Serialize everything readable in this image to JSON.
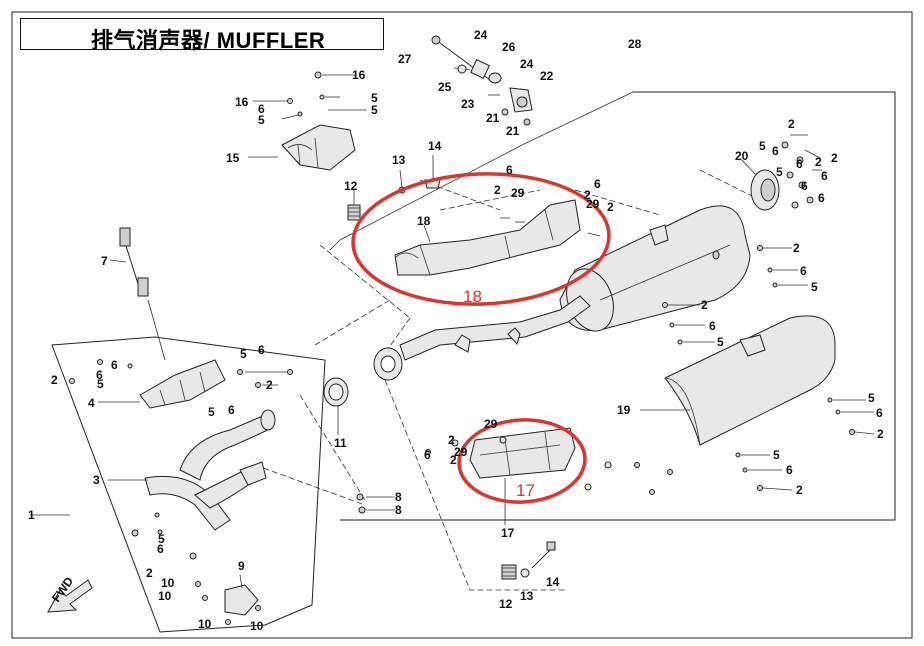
{
  "title": "排气消声器/ MUFFLER",
  "colors": {
    "highlight": "#d9362f",
    "line": "#222222",
    "part_fill": "#e8e8e8"
  },
  "highlights": [
    {
      "number": "18"
    },
    {
      "number": "17"
    }
  ],
  "callouts": [
    "27",
    "24",
    "26",
    "24",
    "22",
    "28",
    "25",
    "23",
    "21",
    "21",
    "16",
    "16",
    "6",
    "5",
    "5",
    "5",
    "15",
    "13",
    "14",
    "12",
    "18",
    "2",
    "29",
    "6",
    "2",
    "29",
    "6",
    "2",
    "20",
    "5",
    "2",
    "6",
    "2",
    "6",
    "5",
    "6",
    "2",
    "6",
    "6",
    "7",
    "2",
    "6",
    "5",
    "2",
    "6",
    "5",
    "2",
    "6",
    "5",
    "6",
    "2",
    "5",
    "6",
    "4",
    "5",
    "6",
    "11",
    "19",
    "5",
    "6",
    "2",
    "3",
    "29",
    "2",
    "29",
    "6",
    "2",
    "5",
    "6",
    "2",
    "1",
    "5",
    "6",
    "8",
    "8",
    "17",
    "14",
    "12",
    "13",
    "2",
    "10",
    "10",
    "9",
    "10",
    "10",
    "FWD"
  ]
}
